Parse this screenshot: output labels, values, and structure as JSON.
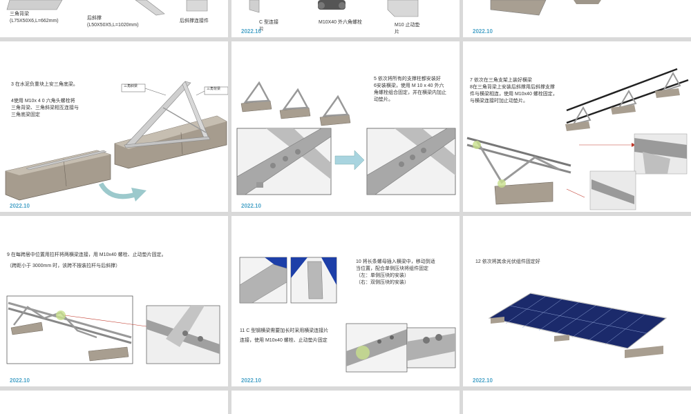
{
  "date": "2022.10",
  "slides": {
    "s1": {
      "label_a": "三角背梁",
      "label_a_spec": "(L75X50X6,L=662mm)",
      "label_b": "后斜撑",
      "label_b_spec": "(L50X50X5,L=1020mm)",
      "label_c": "后斜撑连接件"
    },
    "s2": {
      "label_a": "C 型连接片",
      "label_b": "M10X40 外六角螺栓",
      "label_c": "M10 止动垫片"
    },
    "s4": {
      "step": "3 在水泥负重块上安三角底梁。",
      "text": [
        "4使用 M10x 4 0  六角头螺栓将",
        "三角背梁、三角斜梁相互连接与",
        "三角底梁固定"
      ],
      "callout_a": "三角斜梁",
      "callout_b": "三角背梁"
    },
    "s5": {
      "text": [
        "5 依次将所有的支撑柱都安装好",
        "6安装横梁，使用  M 10 x 40  外六",
        "角螺栓组合固定，并在横梁内加止",
        "动垫片。"
      ]
    },
    "s6": {
      "text": [
        "7 依次在三角支架上装好横梁",
        "8在三角背梁上安装后斜撑用后斜撑支撑",
        "件与横梁相连，使用 M10x40 螺栓固定，",
        " 与横梁连接时加止动垫片。"
      ]
    },
    "s7": {
      "text": [
        "9  在每跨居中位置用拉杆将两横梁连接，用 M10x40 螺栓、止动垫片固定。",
        "（跨距小于 3000mm  时，该跨不按装拉杆与后斜撑）"
      ]
    },
    "s8": {
      "text": [
        "10  将长条螺母插入横梁中，移动到适",
        "当位置，配合单侧压块将组件固定",
        "（左：单侧压块的安装）",
        "（右：双侧压块的安装）"
      ],
      "text2": [
        "11 C  型钢横梁需要加长时采用横梁连接片",
        "连接，使用 M10x40 螺栓、止动垫片固定"
      ]
    },
    "s9": {
      "text": [
        "12  依次将其余光伏组件固定好"
      ]
    }
  }
}
